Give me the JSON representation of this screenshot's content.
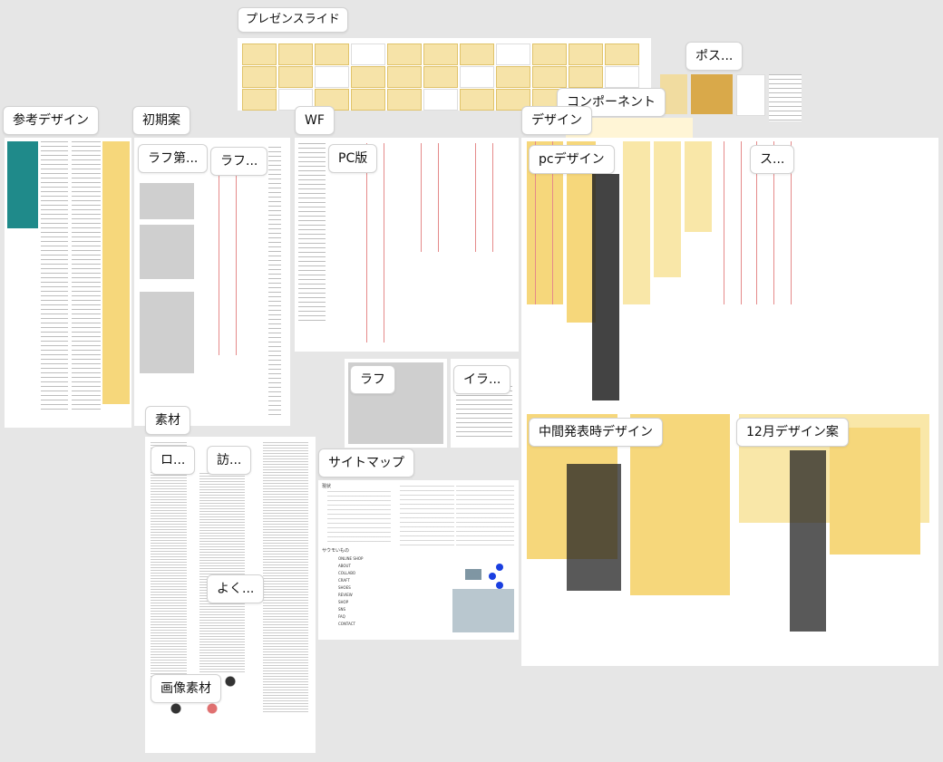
{
  "canvas": {
    "background": "#e6e6e6",
    "accent_yellow": "#f6d77b",
    "guide_red": "#e58a8a"
  },
  "labels": {
    "presentation_slides": "プレゼンスライド",
    "poster": "ポス...",
    "component": "コンポーネント",
    "reference_design": "参考デザイン",
    "initial_plan": "初期案",
    "wf": "WF",
    "design": "デザイン",
    "rough_first": "ラフ第...",
    "rough_short": "ラフ...",
    "pc_version": "PC版",
    "pc_design": "pcデザイン",
    "s_short": "ス...",
    "rough": "ラフ",
    "illustration_short": "イラ...",
    "materials": "素材",
    "logo_short": "ロ...",
    "visit_short": "訪...",
    "sitemap": "サイトマップ",
    "faq_short": "よく...",
    "image_materials": "画像素材",
    "midterm_design": "中間発表時デザイン",
    "december_design": "12月デザイン案"
  },
  "sitemap_content": {
    "heading_top": "現状",
    "heading_mid": "サウモいもの",
    "items": [
      "ONLINE SHOP",
      "ABOUT",
      "COLLABO",
      "CRAFT",
      "SHOES",
      "REVIEW",
      "SHOP",
      "SNS",
      "FAQ",
      "CONTACT"
    ]
  }
}
